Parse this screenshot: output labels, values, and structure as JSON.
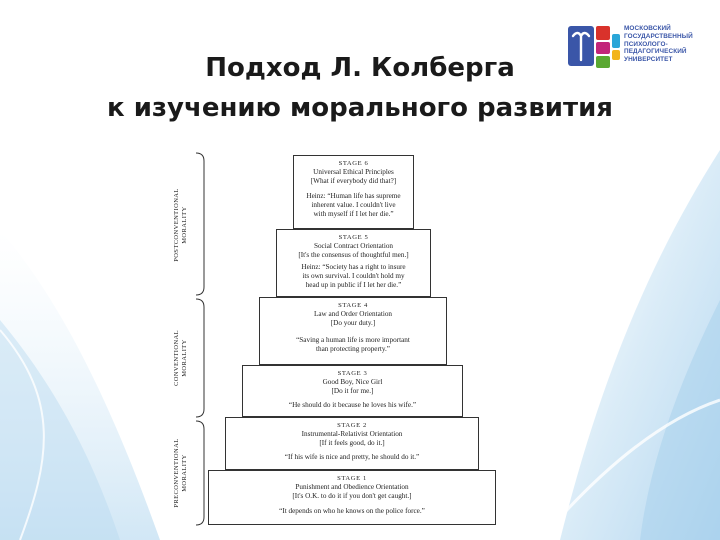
{
  "title": {
    "line1": "Подход Л. Колберга",
    "line2": "к изучению морального развития"
  },
  "logo": {
    "lines": [
      "МОСКОВСКИЙ",
      "ГОСУДАРСТВЕННЫЙ",
      "ПСИХОЛОГО-",
      "ПЕДАГОГИЧЕСКИЙ",
      "УНИВЕРСИТЕТ"
    ],
    "colors": {
      "blue": "#3a56a8",
      "red": "#d9322b",
      "magenta": "#c2257a",
      "green": "#5aa832",
      "cyan": "#2aa6d8",
      "yellow": "#f2b51c"
    }
  },
  "figure": {
    "levels": [
      {
        "label1": "POSTCONVENTIONAL",
        "label2": "MORALITY"
      },
      {
        "label1": "CONVENTIONAL",
        "label2": "MORALITY"
      },
      {
        "label1": "PRECONVENTIONAL",
        "label2": "MORALITY"
      }
    ],
    "stages": [
      {
        "title": "STAGE 6",
        "name": "Universal Ethical Principles",
        "motto": "[What if everybody did that?]",
        "quote": [
          "Heinz:  “Human life has supreme",
          "inherent value.  I couldn't live",
          "with myself if I let her die.”"
        ]
      },
      {
        "title": "STAGE 5",
        "name": "Social Contract Orientation",
        "motto": "[It's the consensus of thoughtful men.]",
        "quote": [
          "Heinz:  “Society has a right to insure",
          "its own survival.  I couldn't hold my",
          "head up in public if I let her die.”"
        ]
      },
      {
        "title": "STAGE 4",
        "name": "Law and Order Orientation",
        "motto": "[Do your duty.]",
        "quote": [
          "“Saving a human life is more important",
          "than protecting property.”"
        ]
      },
      {
        "title": "STAGE 3",
        "name": "Good Boy, Nice Girl",
        "motto": "[Do it for me.]",
        "quote": [
          "“He should do it because he loves his wife.”"
        ]
      },
      {
        "title": "STAGE 2",
        "name": "Instrumental-Relativist Orientation",
        "motto": "[If it feels good, do it.]",
        "quote": [
          "“If his wife is nice and pretty, he should do it.”"
        ]
      },
      {
        "title": "STAGE 1",
        "name": "Punishment and Obedience Orientation",
        "motto": "[It's O.K. to do it if you don't get caught.]",
        "quote": [
          "“It depends on who he knows on the police force.”"
        ]
      }
    ]
  }
}
